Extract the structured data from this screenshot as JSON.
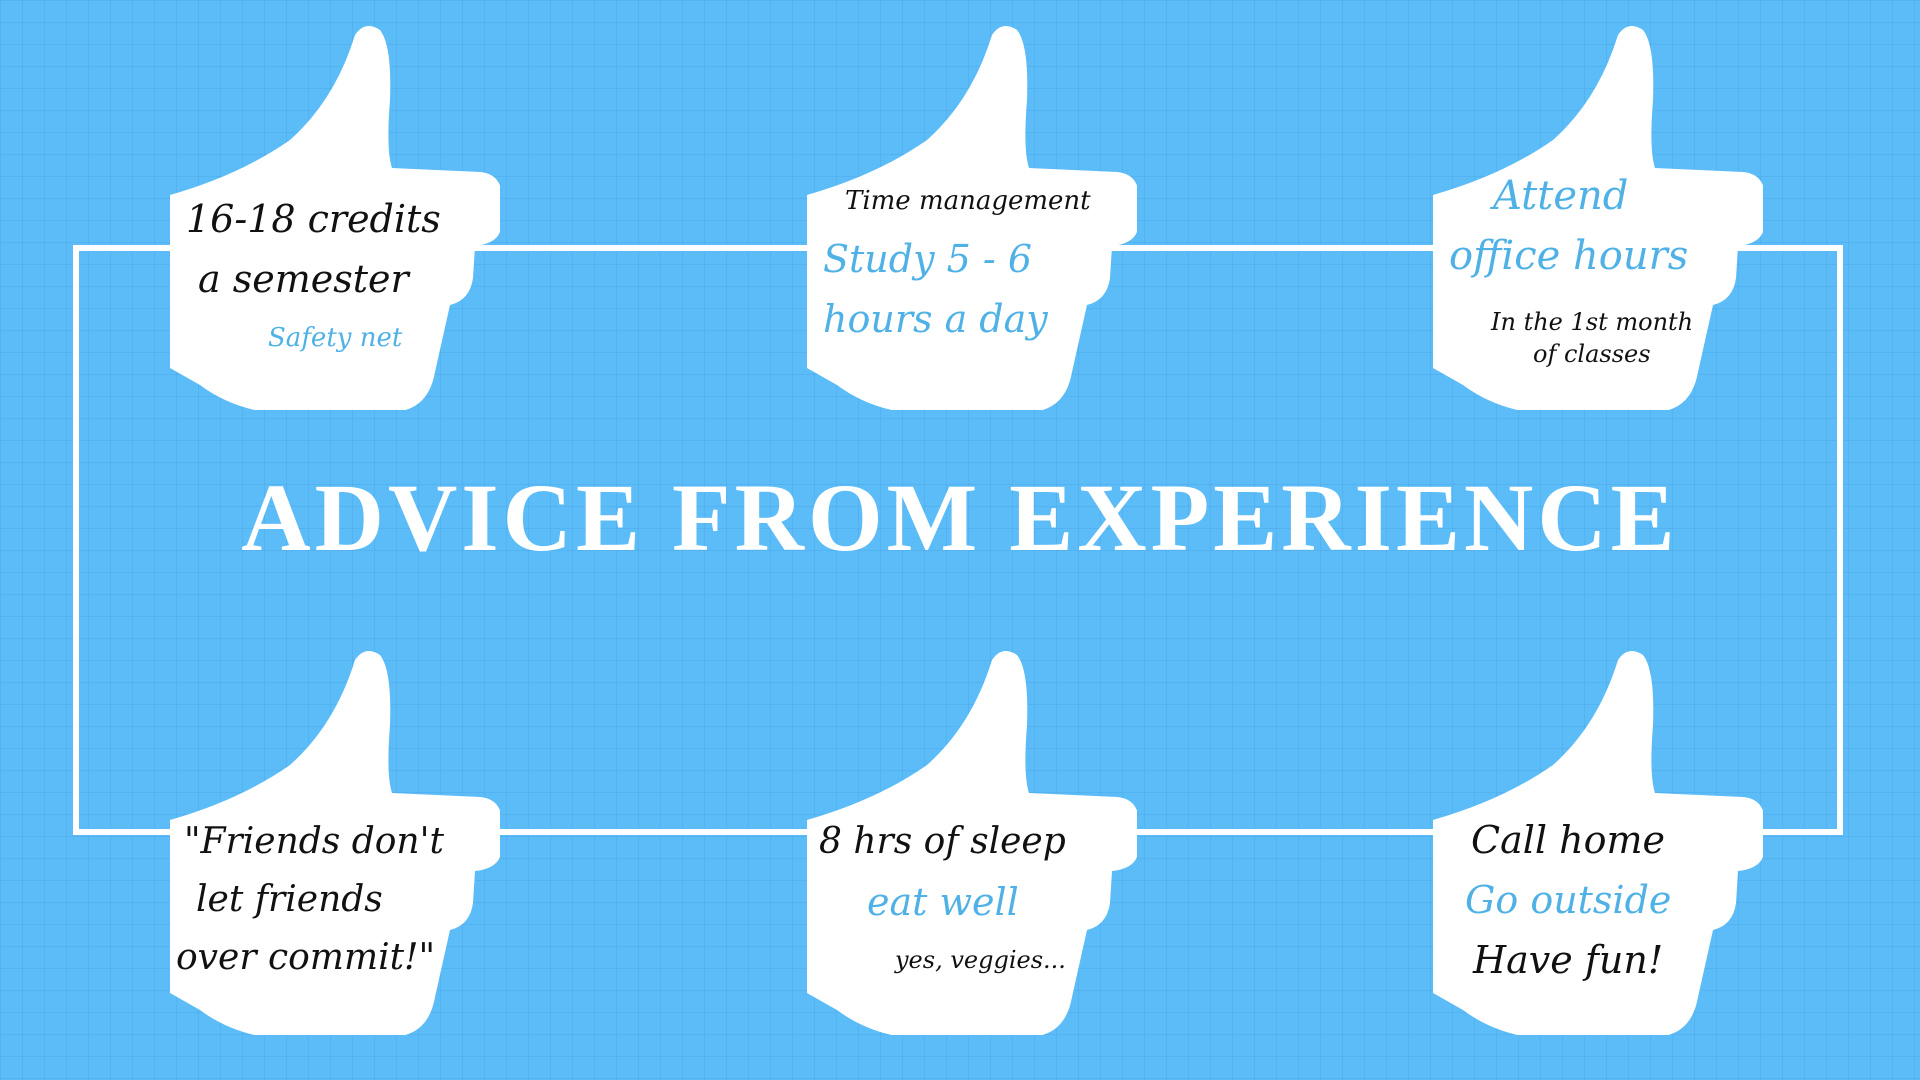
{
  "title": "ADVICE FROM EXPERIENCE",
  "colors": {
    "background": "#5cbcf8",
    "text_dark": "#111111",
    "text_accent": "#4fb1e6",
    "shape": "#ffffff"
  },
  "icon": "thumbs-up-icon",
  "tips": [
    {
      "lines": [
        "16-18 credits",
        "a semester",
        "Safety net"
      ]
    },
    {
      "lines": [
        "Time management",
        "Study 5 - 6",
        "hours a day"
      ]
    },
    {
      "lines": [
        "Attend",
        "office hours",
        "In the 1st month",
        "of classes"
      ]
    },
    {
      "lines": [
        "\"Friends don't",
        "let friends",
        "over commit!\""
      ]
    },
    {
      "lines": [
        "8 hrs of sleep",
        "eat well",
        "yes, veggies..."
      ]
    },
    {
      "lines": [
        "Call home",
        "Go outside",
        "Have fun!"
      ]
    }
  ]
}
